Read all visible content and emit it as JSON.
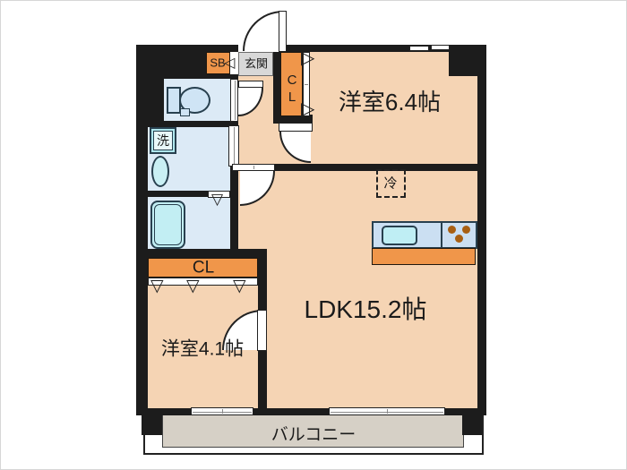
{
  "rooms": {
    "bedroom1": {
      "label": "洋室6.4帖"
    },
    "ldk": {
      "label": "LDK15.2帖"
    },
    "bedroom2": {
      "label": "洋室4.1帖"
    },
    "balcony": {
      "label": "バルコニー"
    },
    "entrance": {
      "label": "玄関"
    }
  },
  "fixtures": {
    "shoe_box": "SB",
    "closet_upper": "CL",
    "closet_lower": "CL",
    "washing_machine": "洗",
    "refrigerator": "冷"
  },
  "colors": {
    "wall": "#1c1c1c",
    "room_floor": "#f5d4b4",
    "wet_area": "#dceaf6",
    "fixture_fill": "#c2eef3",
    "closet_orange": "#f0964a",
    "entrance_gray": "#d8d8d8",
    "balcony_floor": "#d6d0c6",
    "kitchen_counter": "#cbdff2",
    "burner_dots": "#a85f12"
  }
}
